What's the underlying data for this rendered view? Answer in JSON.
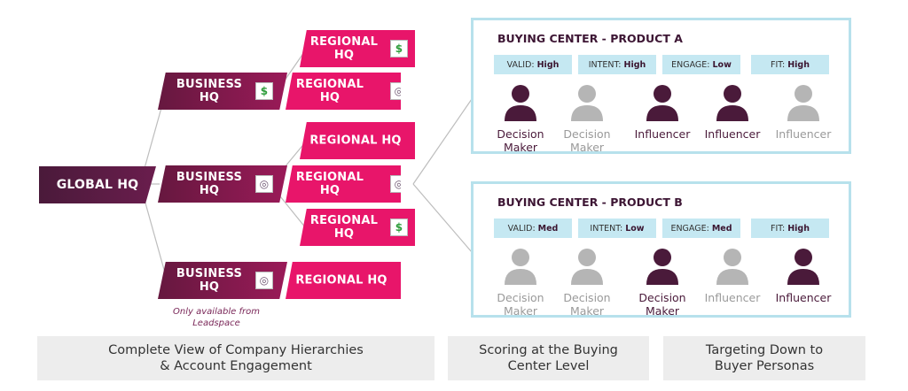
{
  "hierarchy": {
    "global": "GLOBAL HQ",
    "business_label": "BUSINESS HQ",
    "regional_label": "REGIONAL HQ",
    "note": "Only available from Leadspace",
    "icons": {
      "dollar": "dollar-icon",
      "target": "target-icon"
    },
    "colors": {
      "global": "#5a1a45",
      "business": "#8a1a52",
      "regional": "#e8156a"
    }
  },
  "panel_a": {
    "title": "BUYING CENTER - PRODUCT A",
    "chips": [
      {
        "k": "VALID:",
        "v": "High"
      },
      {
        "k": "INTENT:",
        "v": "High"
      },
      {
        "k": "ENGAGE:",
        "v": "Low"
      },
      {
        "k": "FIT:",
        "v": "High"
      }
    ],
    "people": [
      {
        "name": "Decision Maker",
        "active": true
      },
      {
        "name": "Decision Maker",
        "active": false
      },
      {
        "name": "Influencer",
        "active": true
      },
      {
        "name": "Influencer",
        "active": true
      },
      {
        "name": "Influencer",
        "active": false
      }
    ]
  },
  "panel_b": {
    "title": "BUYING CENTER - PRODUCT B",
    "chips": [
      {
        "k": "VALID:",
        "v": "Med"
      },
      {
        "k": "INTENT:",
        "v": "Low"
      },
      {
        "k": "ENGAGE:",
        "v": "Med"
      },
      {
        "k": "FIT:",
        "v": "High"
      }
    ],
    "people": [
      {
        "name": "Decision Maker",
        "active": false
      },
      {
        "name": "Decision Maker",
        "active": false
      },
      {
        "name": "Decision Maker",
        "active": true
      },
      {
        "name": "Influencer",
        "active": false
      },
      {
        "name": "Influencer",
        "active": true
      }
    ]
  },
  "footer": {
    "left": "Complete View of Company Hierarchies & Account Engagement",
    "middle": "Scoring at the Buying Center Level",
    "right": "Targeting Down to Buyer Personas"
  },
  "colors": {
    "panel_border": "#b7e1ec",
    "chip_bg": "#c5e8f2",
    "person_dark": "#4a1a3a",
    "person_light": "#b5b5b5"
  }
}
